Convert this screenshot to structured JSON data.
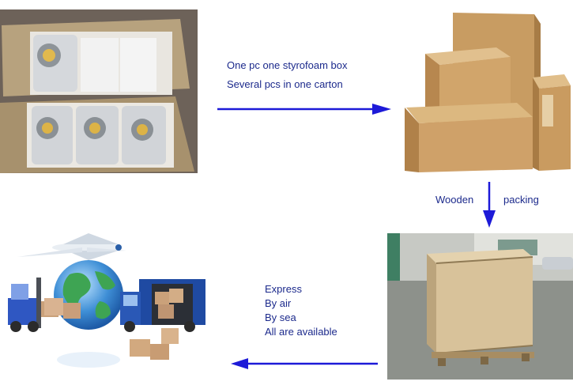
{
  "step1": {
    "line1": "One pc one styrofoam box",
    "line2": "Several pcs  in one carton"
  },
  "step2": {
    "word_left": "Wooden",
    "word_right": "packing"
  },
  "step3": {
    "lines": [
      "Express",
      "By air",
      "By sea",
      "All are available"
    ]
  },
  "colors": {
    "arrow": "#1d1ad8",
    "caption": "#1c2a8c",
    "cardboard": "#c9a06a",
    "wood": "#d7c09a"
  },
  "icons": {
    "arrow_right": "arrow-right-icon",
    "arrow_down": "arrow-down-icon",
    "arrow_left": "arrow-left-icon"
  }
}
